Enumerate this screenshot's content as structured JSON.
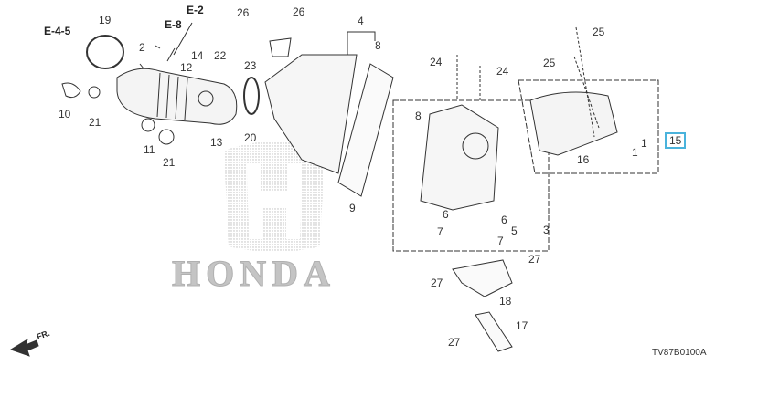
{
  "diagram": {
    "watermark_text": "HONDA",
    "code": "TV87B0100A",
    "front_label": "FR.",
    "refs": [
      "E-4-5",
      "E-8",
      "E-2"
    ],
    "callouts": [
      "19",
      "2",
      "14",
      "12",
      "10",
      "21",
      "11",
      "21",
      "13",
      "20",
      "26",
      "26",
      "22",
      "23",
      "4",
      "8",
      "9",
      "8",
      "24",
      "24",
      "25",
      "25",
      "1",
      "1",
      "16",
      "15",
      "3",
      "6",
      "6",
      "5",
      "7",
      "7",
      "27",
      "27",
      "18",
      "17",
      "27"
    ],
    "highlighted_callout": "15",
    "highlight_color": "#4ab3dc"
  }
}
